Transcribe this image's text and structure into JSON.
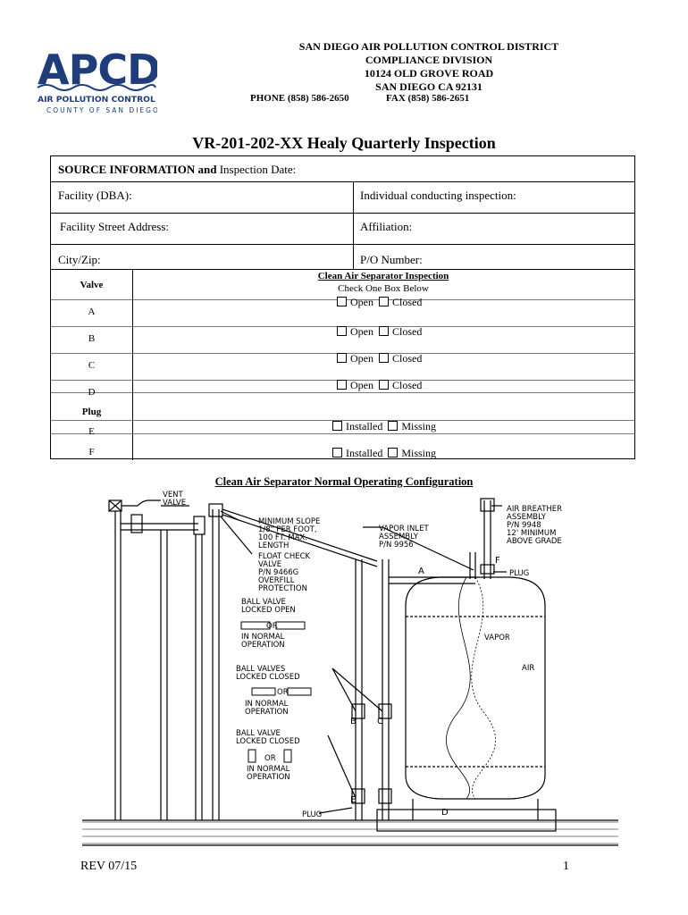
{
  "header": {
    "logo_text": "APCD",
    "logo_sub1": "AIR POLLUTION CONTROL DISTRICT",
    "logo_sub2": "COUNTY OF SAN DIEGO",
    "org": "SAN DIEGO AIR POLLUTION CONTROL DISTRICT",
    "division": "COMPLIANCE DIVISION",
    "street": "10124 OLD GROVE ROAD",
    "city": "SAN DIEGO CA  92131",
    "phone": "PHONE (858) 586-2650",
    "fax": "FAX (858) 586-2651"
  },
  "title": "VR-201-202-XX Healy Quarterly Inspection",
  "form": {
    "source_label": "SOURCE INFORMATION  and",
    "inspection_date_label": "Inspection Date:",
    "facility_label": "Facility (DBA):",
    "individual_label": "Individual conducting inspection:",
    "address_label": "Facility Street Address:",
    "affiliation_label": "Affiliation:",
    "city_label": "City/Zip:",
    "po_label": "P/O Number:",
    "valve_header": "Valve",
    "inspection_header": "Clean Air Separator Inspection",
    "check_one": "Check One Box Below",
    "open_label": "Open",
    "closed_label": "Closed",
    "valves": [
      "A",
      "B",
      "C",
      "D"
    ],
    "plug_header": "Plug",
    "plugs": [
      "E",
      "F"
    ],
    "installed_label": "Installed",
    "missing_label": "Missing"
  },
  "diagram": {
    "title": "Clean Air Separator Normal Operating Configuration",
    "labels": {
      "vent_valve": [
        "VENT",
        "VALVE"
      ],
      "min_slope": [
        "MINIMUM SLOPE",
        "1/8\" PER FOOT,",
        "100 FT. MAX.",
        "LENGTH"
      ],
      "float_check": [
        "FLOAT CHECK",
        "VALVE",
        "P/N 9466G",
        "OVERFILL",
        "PROTECTION"
      ],
      "vapor_inlet": [
        "VAPOR INLET",
        "ASSEMBLY",
        "P/N 9956"
      ],
      "air_breather": [
        "AIR BREATHER",
        "ASSEMBLY",
        "P/N 9948",
        "12' MINIMUM",
        "ABOVE GRADE"
      ],
      "ball_open": [
        "BALL VALVE",
        "LOCKED OPEN"
      ],
      "ball_closed2": [
        "BALL VALVES",
        "LOCKED CLOSED"
      ],
      "ball_closed1": [
        "BALL VALVE",
        "LOCKED CLOSED"
      ],
      "normal_op": [
        "IN NORMAL",
        "OPERATION"
      ],
      "or": "OR",
      "plug": "PLUG",
      "vapor": "VAPOR",
      "air": "AIR",
      "letters": [
        "A",
        "B",
        "C",
        "D",
        "E",
        "F"
      ]
    }
  },
  "footer": {
    "rev": "REV 07/15",
    "page": "1"
  }
}
